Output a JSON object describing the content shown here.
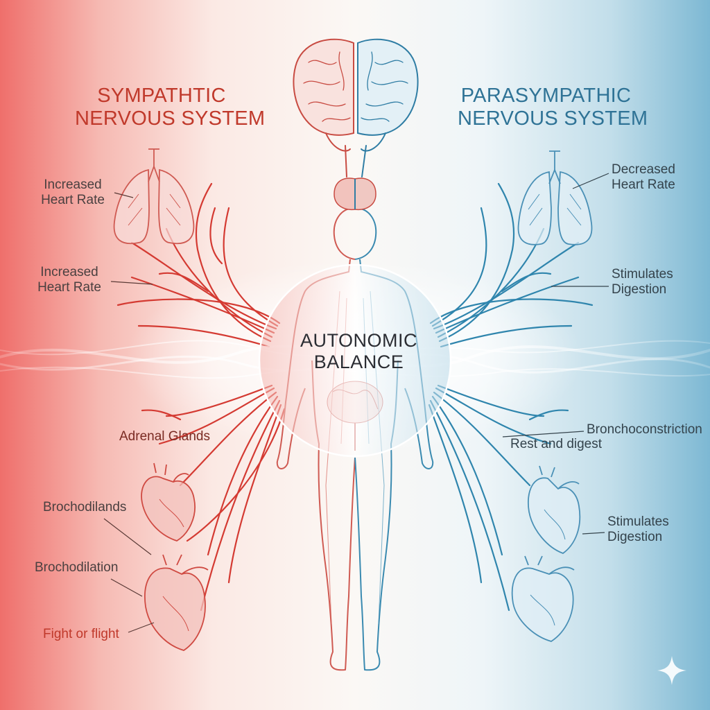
{
  "sympathetic": {
    "title_line1": "SYMPATHTIC",
    "title_line2": "NERVOUS SYSTEM",
    "color": "#c0392b",
    "labels": [
      {
        "line1": "Increased",
        "line2": "Heart Rate"
      },
      {
        "line1": "Increased",
        "line2": "Heart Rate"
      },
      {
        "line1": "Adrenal Glands"
      },
      {
        "line1": "Brochodilands"
      },
      {
        "line1": "Brochodilation"
      },
      {
        "line1": "Fight or flight"
      }
    ]
  },
  "parasympathetic": {
    "title_line1": "PARASYMPATHIC",
    "title_line2": "NERVOUS SYSTEM",
    "color": "#2f7396",
    "labels": [
      {
        "line1": "Decreased",
        "line2": "Heart Rate"
      },
      {
        "line1": "Stimulates",
        "line2": "Digestion"
      },
      {
        "line1": "Bronchoconstriction"
      },
      {
        "line1": "Rest and digest"
      },
      {
        "line1": "Stimulates",
        "line2": "Digestion"
      }
    ]
  },
  "center": {
    "line1": "AUTONOMIC",
    "line2": "BALANCE"
  },
  "icons": {
    "brain": "brain-icon",
    "lungs": "lungs-icon",
    "heart": "heart-icon",
    "body": "human-body-icon",
    "sparkle": "sparkle-icon"
  }
}
